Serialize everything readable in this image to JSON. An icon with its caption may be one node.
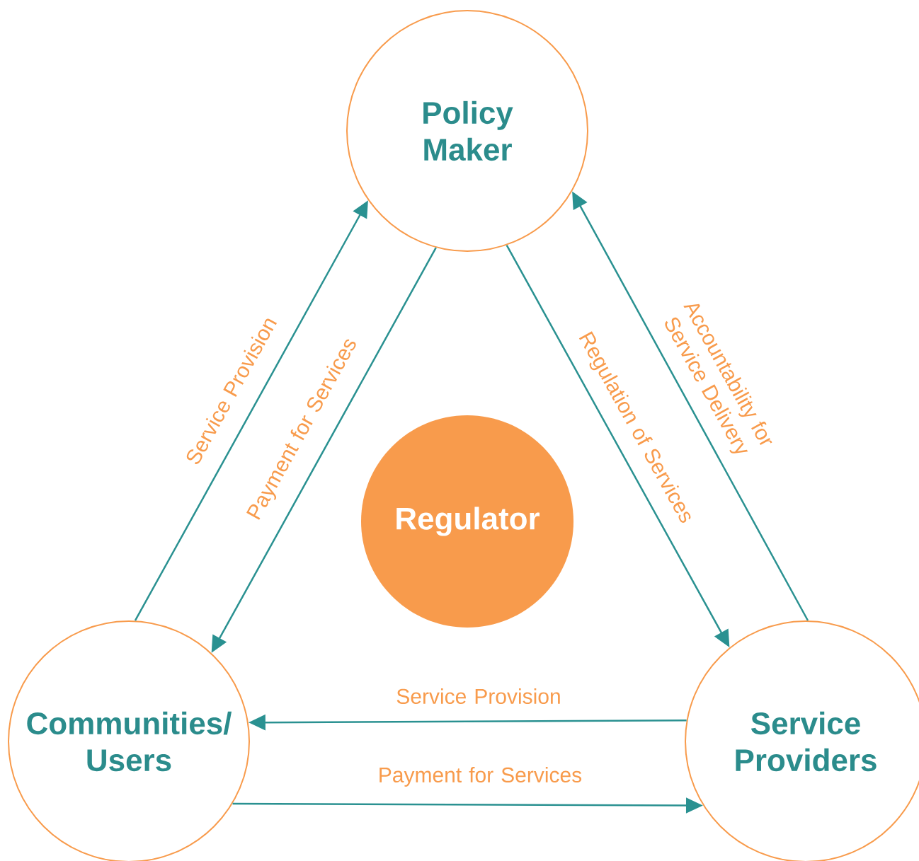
{
  "diagram": {
    "nodes": [
      {
        "text": [
          "Policy Maker"
        ]
      },
      {
        "text": [
          "Regulator"
        ]
      },
      {
        "text": [
          "Communities/ Users"
        ]
      },
      {
        "text": [
          "Service Providers"
        ]
      }
    ],
    "edges": [
      {
        "from": 2,
        "to": 0,
        "arrow": "to",
        "label": "Service Provision"
      },
      {
        "from": 0,
        "to": 2,
        "arrow": "to",
        "label": "Payment for Services"
      },
      {
        "from": 0,
        "to": 3,
        "arrow": "to",
        "label": "Regulation of Services"
      },
      {
        "from": 3,
        "to": 0,
        "arrow": "to",
        "label": "Accountability for Service Delivery"
      },
      {
        "from": 3,
        "to": 2,
        "arrow": "to",
        "label": "Service Provision"
      },
      {
        "from": 2,
        "to": 3,
        "arrow": "to",
        "label": "Payment for Services"
      }
    ]
  }
}
